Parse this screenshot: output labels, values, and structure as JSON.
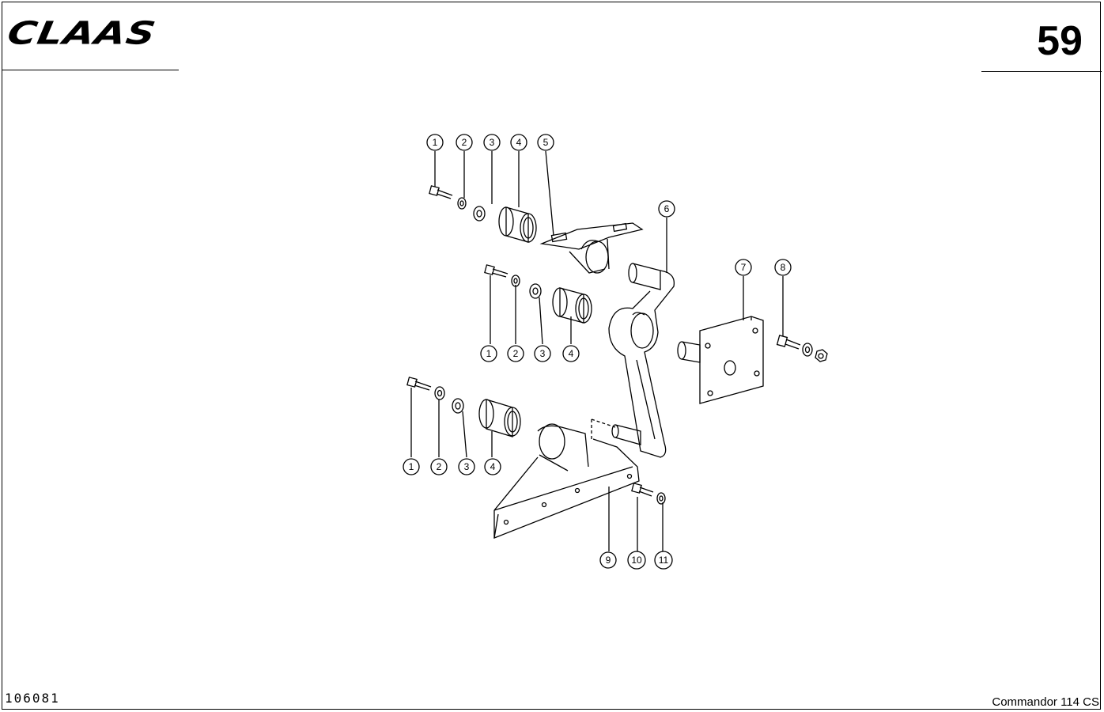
{
  "header": {
    "brand": "CLAAS",
    "page_number": "59"
  },
  "footer": {
    "document_code": "106081",
    "model": "Commandor 114 CS"
  },
  "callouts": {
    "c1a": "1",
    "c2a": "2",
    "c3a": "3",
    "c4a": "4",
    "c5": "5",
    "c6": "6",
    "c1b": "1",
    "c2b": "2",
    "c3b": "3",
    "c4b": "4",
    "c7": "7",
    "c8": "8",
    "c1c": "1",
    "c2c": "2",
    "c3c": "3",
    "c4c": "4",
    "c9": "9",
    "c10": "10",
    "c11": "11"
  }
}
